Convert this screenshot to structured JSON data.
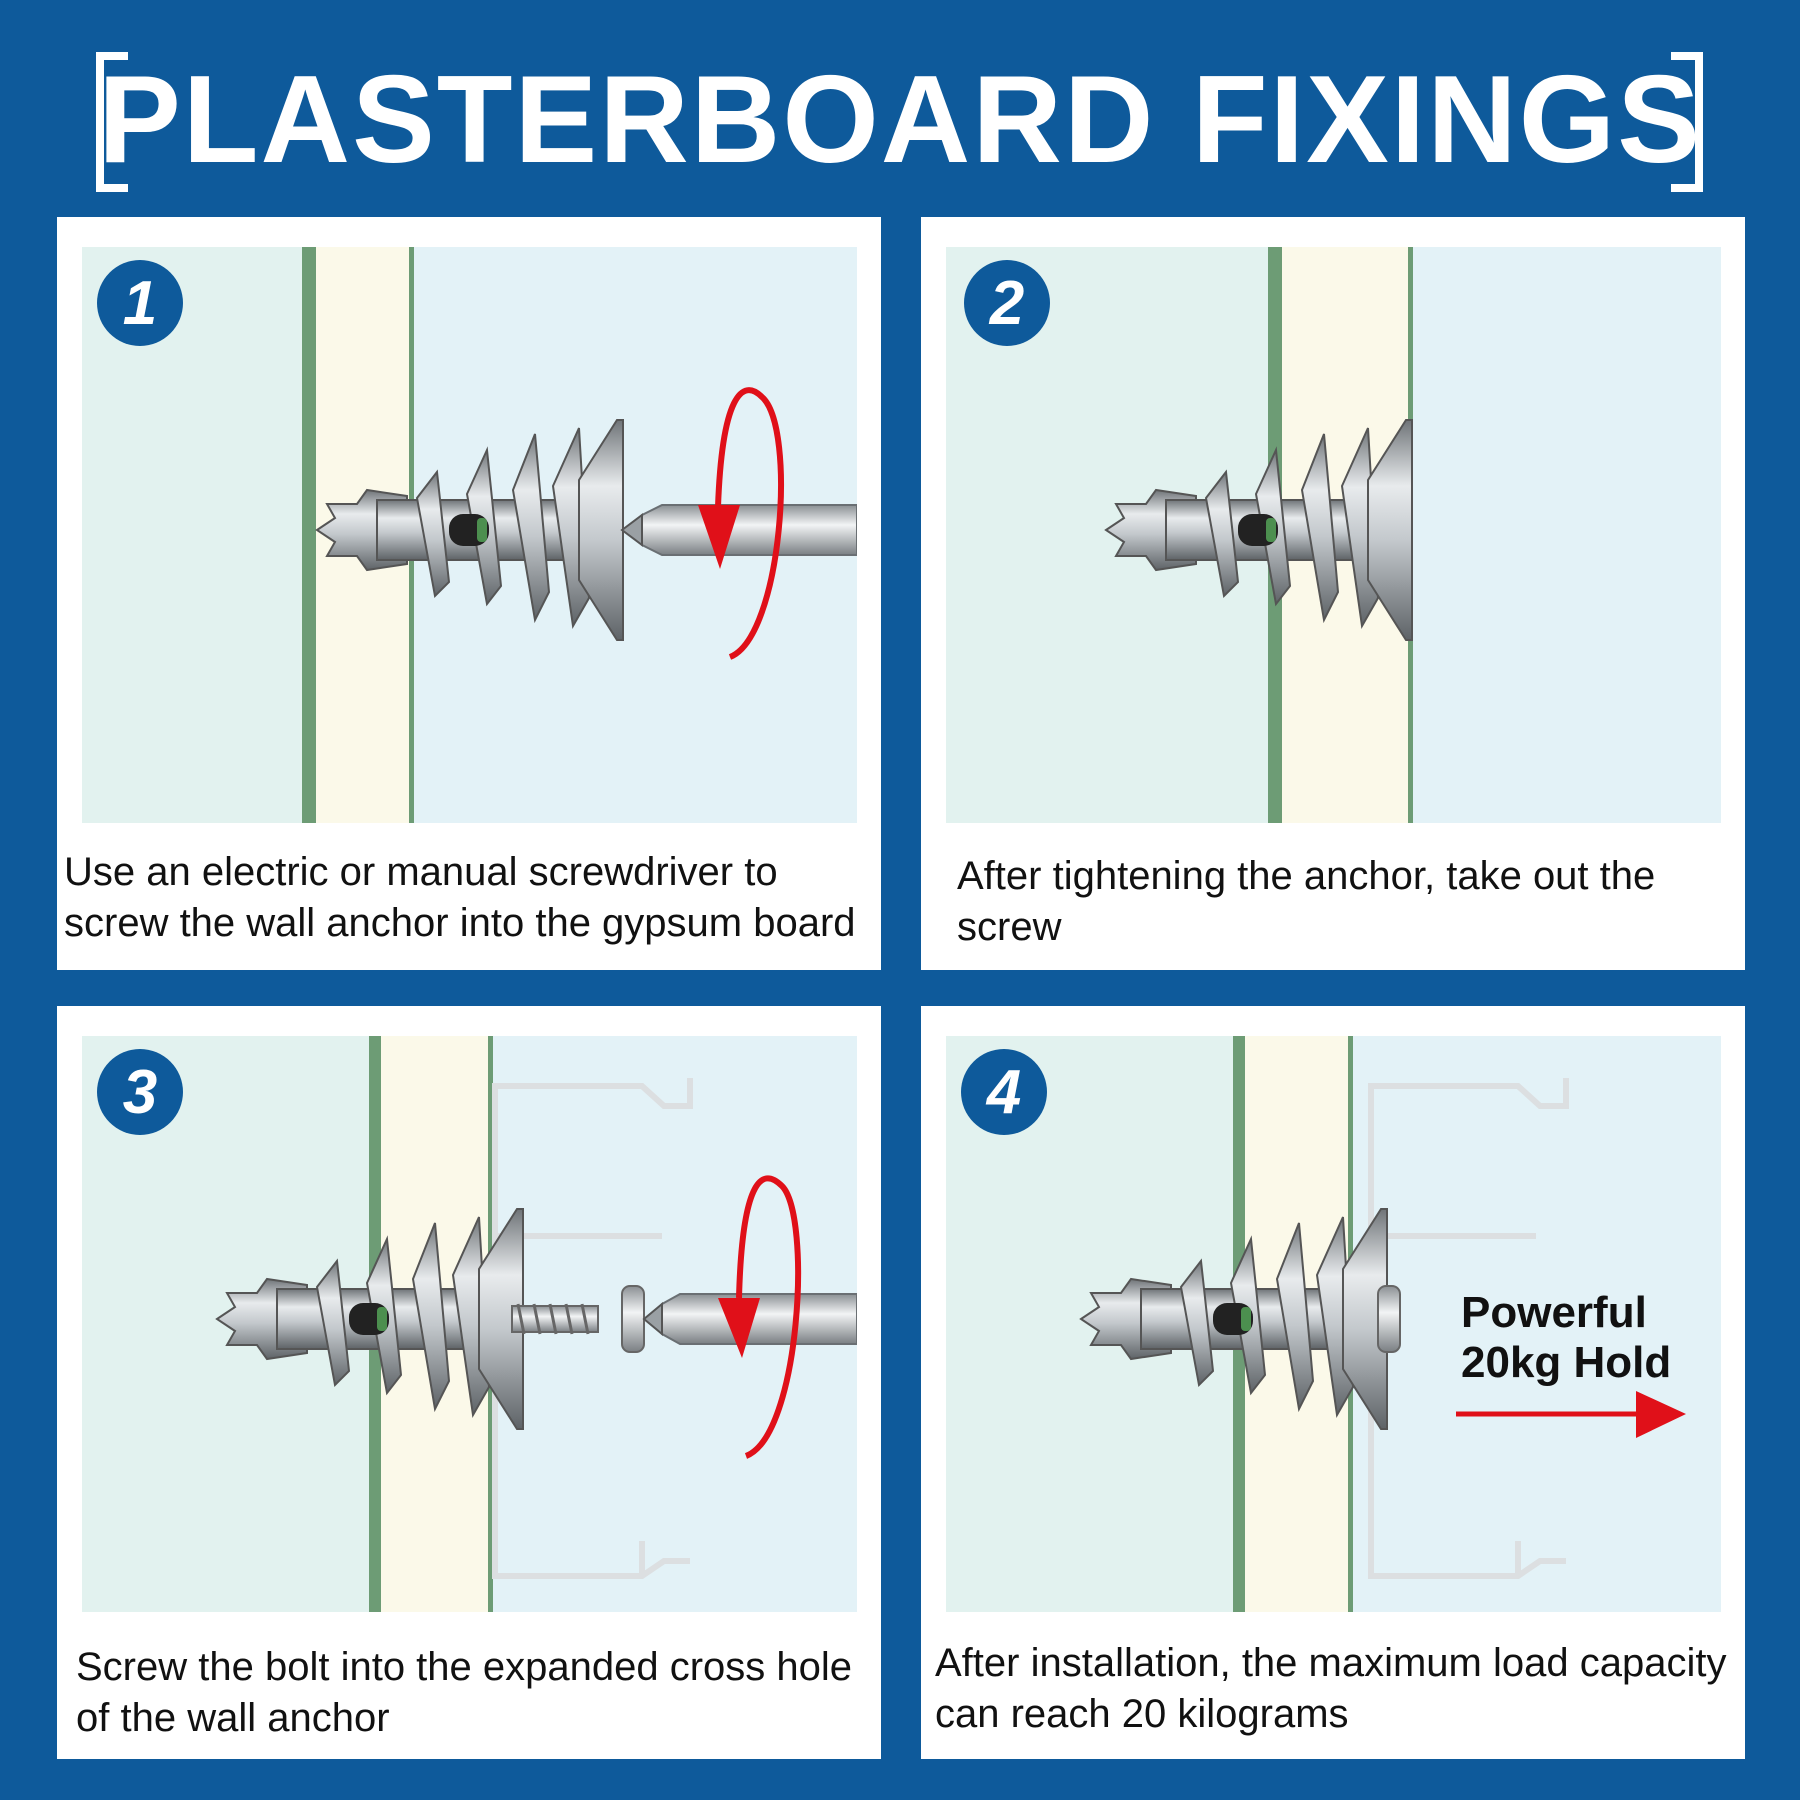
{
  "header": {
    "title": "PLASTERBOARD FIXINGS"
  },
  "steps": [
    {
      "number": "1",
      "caption": "Use an electric or manual screwdriver to screw the wall anchor into the gypsum board"
    },
    {
      "number": "2",
      "caption": "After tightening the anchor, take out the screw"
    },
    {
      "number": "3",
      "caption": "Screw the bolt into the expanded cross hole of the wall anchor"
    },
    {
      "number": "4",
      "caption": "After installation, the maximum load capacity can reach 20 kilograms",
      "load_label": "Powerful\n20kg Hold"
    }
  ],
  "colors": {
    "background": "#0e5a9b",
    "badge": "#0e5a9b",
    "wall_left": "#e2f2ef",
    "wall_right": "#e3f2f7",
    "board": "#fbf9e9",
    "board_edge": "#6d9c75",
    "arrow": "#e01019"
  }
}
